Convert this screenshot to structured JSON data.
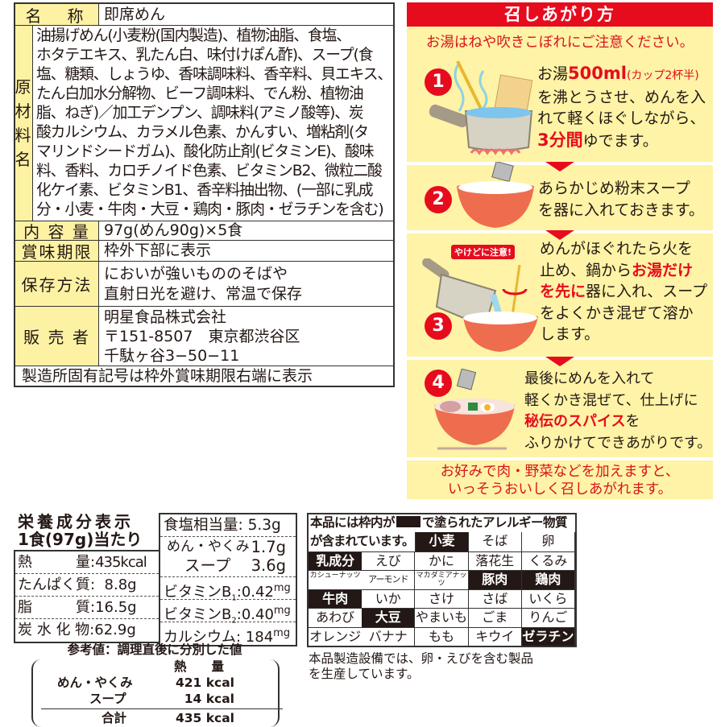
{
  "info_table": {
    "name_label": "名　称",
    "name_value": "即席めん",
    "ingredients_label": [
      "原",
      "材",
      "料",
      "名"
    ],
    "ingredients_lines": [
      "油揚げめん(小麦粉(国内製造)、植物油脂、食塩、",
      "ホタテエキス、乳たん白、味付けぽん酢)、スープ(食",
      "塩、糖類、しょうゆ、香味調味料、香辛料、貝エキス、",
      "たん白加水分解物、ビーフ調味料、でん粉、植物油",
      "脂、ねぎ)／加工デンプン、調味料(アミノ酸等)、炭",
      "酸カルシウム、カラメル色素、かんすい、増粘剤(タ",
      "マリンドシードガム)、酸化防止剤(ビタミンE)、酸味",
      "料、香料、カロチノイド色素、ビタミンB2、微粒二酸",
      "化ケイ素、ビタミンB1、香辛料抽出物、(一部に乳成",
      "分・小麦・牛肉・大豆・鶏肉・豚肉・ゼラチンを含む)"
    ],
    "content_label": "内 容 量",
    "content_value": "97g(めん90g)×5食",
    "expiry_label": "賞味期限",
    "expiry_value": "枠外下部に表示",
    "storage_label": "保存方法",
    "storage_lines": [
      "においが強いもののそばや",
      "直射日光を避け、常温で保存"
    ],
    "seller_label": "販 売 者",
    "seller_lines": [
      "明星食品株式会社",
      "〒151-8507　東京都渋谷区",
      "千駄ヶ谷3−50−11"
    ],
    "footer": "製造所固有記号は枠外賞味期限右端に表示"
  },
  "howto": {
    "title": "召しあがり方",
    "caution": "お湯はねや吹きこぼれにご注意ください。",
    "steps": [
      {
        "num": "1",
        "segments": [
          "お湯",
          "500ml",
          "(カップ2杯半)",
          "を沸とうさせ、めんを入",
          "れて軽くほぐしながら、",
          "3分間",
          "ゆでます。"
        ]
      },
      {
        "num": "2",
        "segments": [
          "あらかじめ粉末スープ",
          "を器に入れておきます。"
        ]
      },
      {
        "num": "3",
        "warning": "やけどに注意!",
        "segments": [
          "めんがほぐれたら火を",
          "止め、鍋から",
          "お湯だけ",
          "を先に",
          "器に入れ、スープ",
          "をよくかき混ぜて溶か",
          "します。"
        ]
      },
      {
        "num": "4",
        "segments": [
          "最後にめんを入れて",
          "軽くかき混ぜて、仕上げに",
          "秘伝のスパイス",
          "を",
          "ふりかけてできあがりです。"
        ]
      }
    ],
    "note_lines": [
      "お好みで肉・野菜などを加えますと、",
      "いっそうおいしく召しあがれます。"
    ],
    "colors": {
      "accent": "#e60c1d",
      "panel_bg": "#fef3a6",
      "label_bg": "#fdf2a4"
    }
  },
  "nutrition": {
    "title": "栄養成分表示",
    "per": "1食(97g)当たり",
    "left": [
      {
        "label": "熱　　　量",
        "value": "435kcal"
      },
      {
        "label": "たんぱく質",
        "value": "  8.8g"
      },
      {
        "label": "脂　　　質",
        "value": "16.5g"
      },
      {
        "label": "炭 水 化 物",
        "value": "62.9g"
      }
    ],
    "salt": {
      "label": "食塩相当量",
      "value": "5.3g"
    },
    "salt_breakdown": [
      {
        "label": "めん・やくみ",
        "value": "1.7g"
      },
      {
        "label": "スープ",
        "value": "3.6g"
      }
    ],
    "right": [
      {
        "label": "ビタミンB",
        "sub": "1",
        "value": "0.42",
        "unit": "mg"
      },
      {
        "label": "ビタミンB",
        "sub": "2",
        "value": "0.40",
        "unit": "mg"
      },
      {
        "label": "カルシウム",
        "sub": "",
        "value": " 184",
        "unit": "mg"
      }
    ],
    "reference": {
      "title": "参考値：調理直後に分別した値",
      "column": "熱　　量",
      "rows": [
        {
          "label": "めん・やくみ",
          "value": "421 kcal"
        },
        {
          "label": "スープ",
          "value": "14 kcal"
        }
      ],
      "total": {
        "label": "合計",
        "value": "435 kcal"
      }
    }
  },
  "allergen": {
    "header_a": "本品には枠内が",
    "header_b": "で塗られたアレルギー物質",
    "header_c": "が含まれています。",
    "items": [
      {
        "name": "小麦",
        "contained": true
      },
      {
        "name": "そば",
        "contained": false
      },
      {
        "name": "卵",
        "contained": false
      },
      {
        "name": "乳成分",
        "contained": true
      },
      {
        "name": "えび",
        "contained": false
      },
      {
        "name": "かに",
        "contained": false
      },
      {
        "name": "落花生",
        "contained": false
      },
      {
        "name": "くるみ",
        "contained": false
      },
      {
        "name": "カシューナッツ",
        "contained": false
      },
      {
        "name": "アーモンド",
        "contained": false
      },
      {
        "name": "マカダミアナッツ",
        "contained": false
      },
      {
        "name": "豚肉",
        "contained": true
      },
      {
        "name": "鶏肉",
        "contained": true
      },
      {
        "name": "牛肉",
        "contained": true
      },
      {
        "name": "いか",
        "contained": false
      },
      {
        "name": "さけ",
        "contained": false
      },
      {
        "name": "さば",
        "contained": false
      },
      {
        "name": "いくら",
        "contained": false
      },
      {
        "name": "あわび",
        "contained": false
      },
      {
        "name": "大豆",
        "contained": true
      },
      {
        "name": "やまいも",
        "contained": false
      },
      {
        "name": "ごま",
        "contained": false
      },
      {
        "name": "りんご",
        "contained": false
      },
      {
        "name": "オレンジ",
        "contained": false
      },
      {
        "name": "バナナ",
        "contained": false
      },
      {
        "name": "もも",
        "contained": false
      },
      {
        "name": "キウイ",
        "contained": false
      },
      {
        "name": "ゼラチン",
        "contained": true
      }
    ],
    "note_lines": [
      "本品製造設備では、卵・えびを含む製品",
      "を生産しています。"
    ]
  }
}
